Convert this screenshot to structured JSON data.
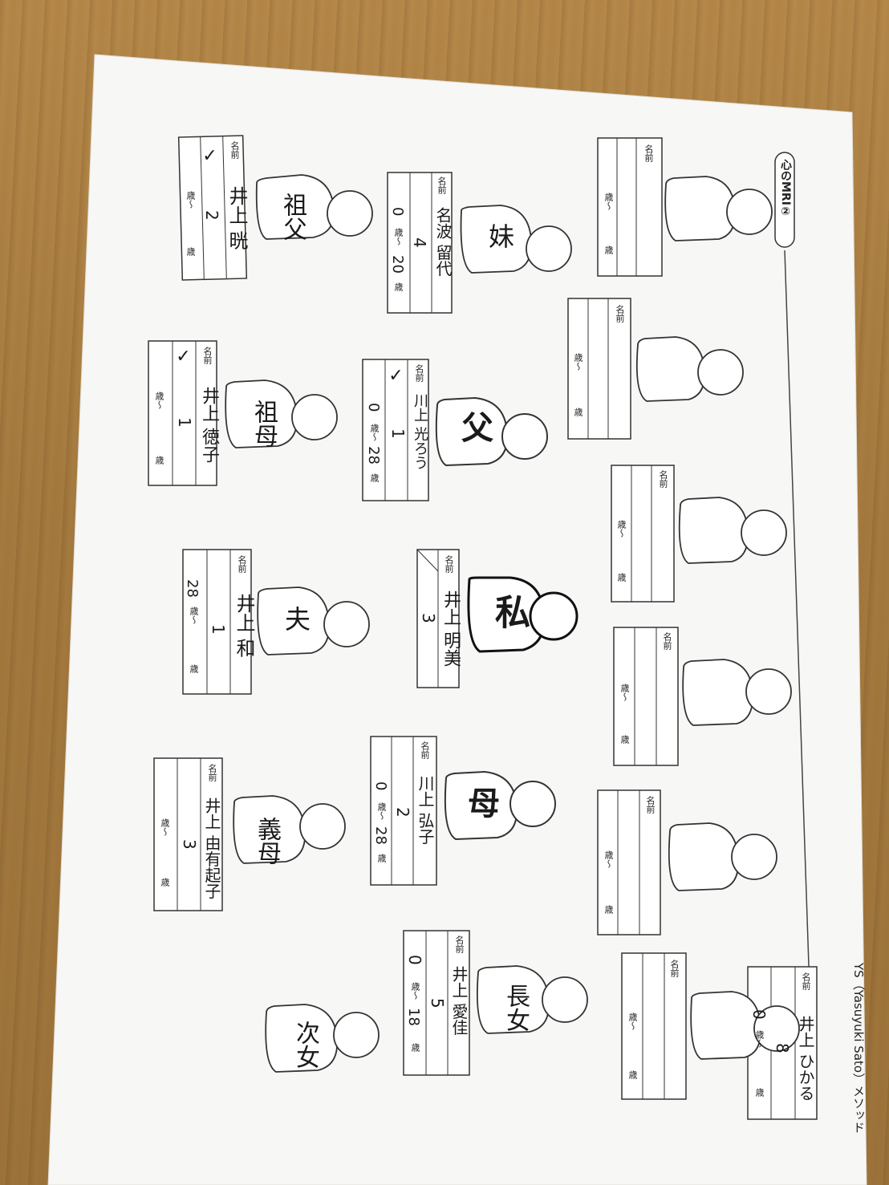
{
  "sheet": {
    "title": "心のMRI②",
    "footer": "YS（Yasuyuki Sato）メソッド",
    "labels": {
      "name": "名前",
      "age_from": "歳～",
      "age_to": "歳"
    }
  },
  "figures": {
    "sofu": {
      "role": "祖父",
      "name": "井上 晄",
      "check": "✓",
      "num": "2",
      "age_from": "",
      "age_to": ""
    },
    "sobo": {
      "role": "祖母",
      "name": "井上 徳子",
      "check": "✓",
      "num": "1",
      "age_from": "",
      "age_to": ""
    },
    "imouto": {
      "role": "妹",
      "name": "名波 留代",
      "check": "",
      "num": "4",
      "age_from": "0",
      "age_to": "20"
    },
    "chichi": {
      "role": "父",
      "name": "川上 光ろう",
      "check": "✓",
      "num": "1",
      "age_from": "0",
      "age_to": "28"
    },
    "otto": {
      "role": "夫",
      "name": "井上 和",
      "check": "",
      "num": "1",
      "age_from": "28",
      "age_to": ""
    },
    "watashi": {
      "role": "私",
      "name": "井上 明美",
      "check": "",
      "num": "3",
      "age_from": "",
      "age_to": ""
    },
    "haha": {
      "role": "母",
      "name": "川上 弘子",
      "check": "",
      "num": "2",
      "age_from": "0",
      "age_to": "28"
    },
    "gibo": {
      "role": "義母",
      "name": "井上 由有起子",
      "check": "",
      "num": "3",
      "age_from": "",
      "age_to": ""
    },
    "choujo": {
      "role": "長女",
      "name": "井上 愛佳",
      "check": "",
      "num": "5",
      "age_from": "0",
      "age_to": "18"
    },
    "jijo": {
      "role": "次女",
      "name": "井上 ひかる",
      "check": "",
      "num": "8",
      "age_from": "0",
      "age_to": ""
    }
  }
}
